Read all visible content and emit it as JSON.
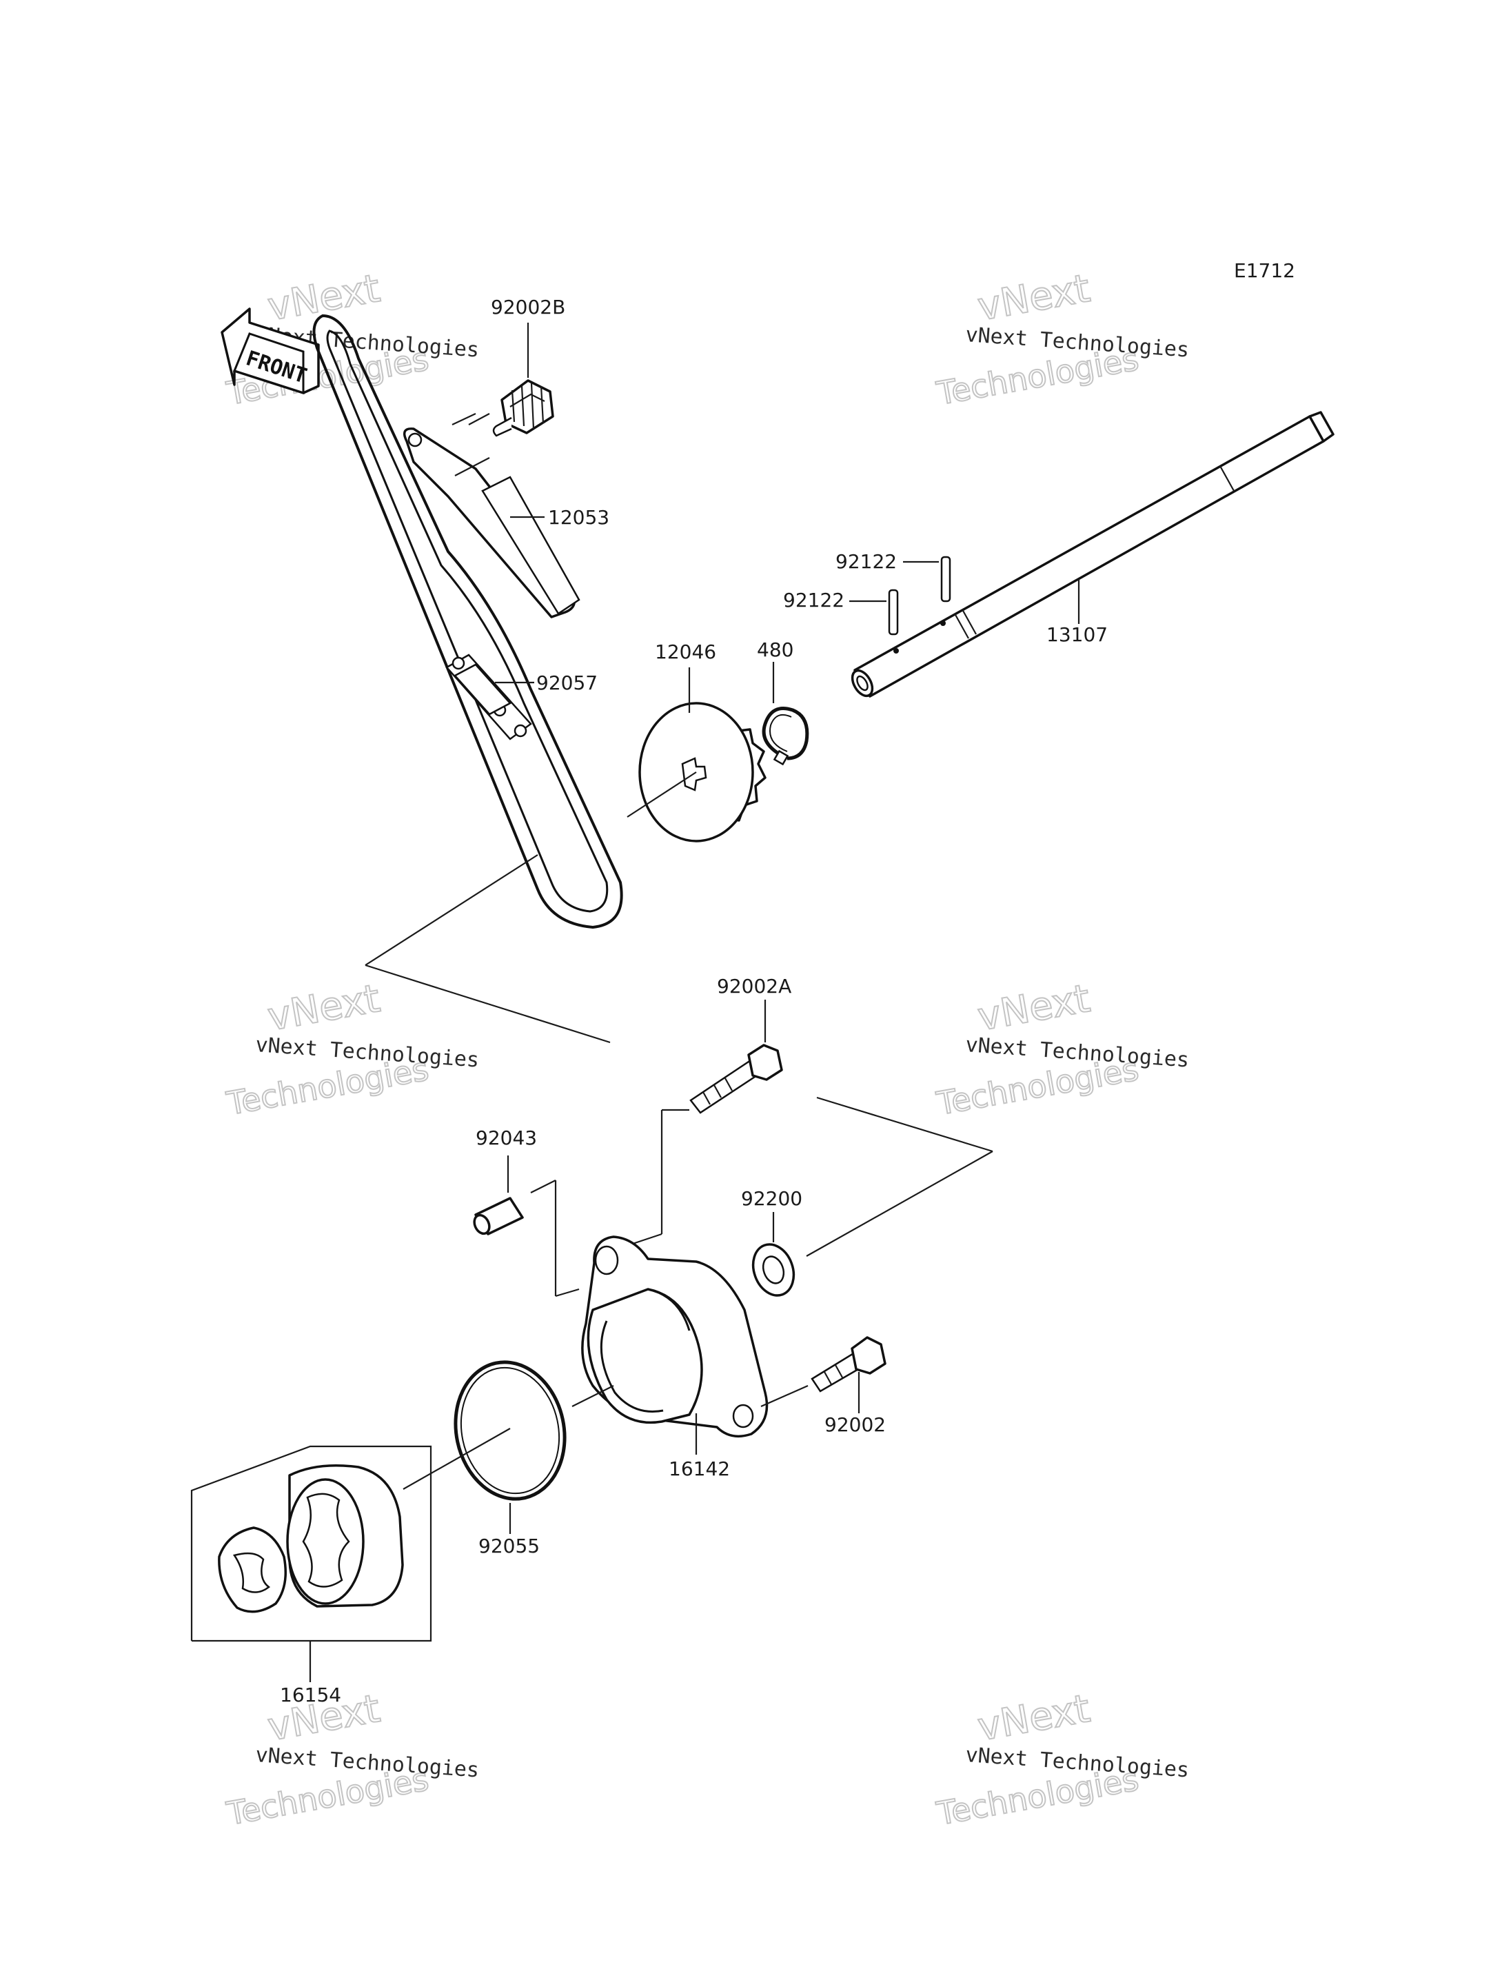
{
  "diagram": {
    "code": "E1712",
    "front_label": "FRONT",
    "parts": {
      "p92002B": "92002B",
      "p12053": "12053",
      "p92057": "92057",
      "p12046": "12046",
      "p480": "480",
      "p92122a": "92122",
      "p92122b": "92122",
      "p13107": "13107",
      "p92002A": "92002A",
      "p92043": "92043",
      "p92200": "92200",
      "p92002": "92002",
      "p16142": "16142",
      "p92055": "92055",
      "p16154": "16154"
    }
  },
  "watermark": {
    "brand_top": "vNext",
    "line": "vNext Technologies",
    "big": "Technologies"
  }
}
